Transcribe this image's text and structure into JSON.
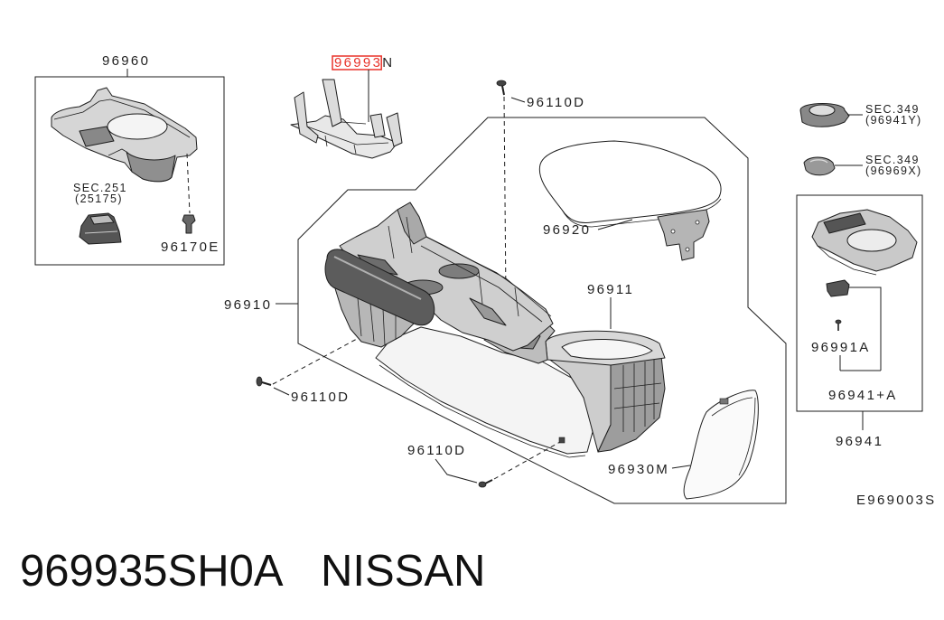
{
  "diagram": {
    "callouts": {
      "console_tray": "96960",
      "bracket": {
        "highlighted": "96993",
        "suffix": "N"
      },
      "screw_upper": "96110D",
      "ring_ref": {
        "section": "SEC.349",
        "part": "(96941Y)"
      },
      "knob_ref": {
        "section": "SEC.349",
        "part": "(96969X)"
      },
      "switch_ref": {
        "section": "SEC.251",
        "part": "(25175)"
      },
      "clip": "96170E",
      "armrest_lid": "96920",
      "console_body": "96910",
      "console_rear": "96911",
      "screw_side": "96110D",
      "screw_lower": "96110D",
      "side_cover": "96930M",
      "finisher_screw": "96991A",
      "finisher_set": "96941+A",
      "finisher": "96941"
    },
    "figure_code": "E969003S",
    "highlight_color": "#e8332a"
  },
  "caption": {
    "part_number": "969935SH0A",
    "brand": "NISSAN"
  },
  "colors": {
    "line": "#1e1e1e",
    "background": "#ffffff",
    "part_fill": "#d0d0d0"
  }
}
